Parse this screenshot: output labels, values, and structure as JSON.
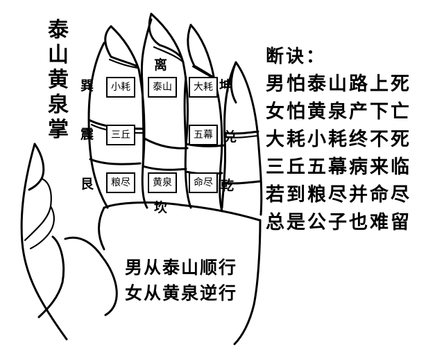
{
  "title": {
    "chars": [
      "泰",
      "山",
      "黄",
      "泉",
      "掌"
    ]
  },
  "finger_boxes": [
    {
      "id": "xiaohao",
      "label": "小耗"
    },
    {
      "id": "taishan",
      "label": "泰山"
    },
    {
      "id": "dahao",
      "label": "大耗"
    },
    {
      "id": "sanqiu",
      "label": "三丘"
    },
    {
      "id": "wumu",
      "label": "五幕"
    },
    {
      "id": "liangjin",
      "label": "粮尽"
    },
    {
      "id": "huangquan",
      "label": "黄泉"
    },
    {
      "id": "mingjin",
      "label": "命尽"
    }
  ],
  "trigrams": {
    "xun": "巽",
    "li": "离",
    "kun": "坤",
    "zhen": "震",
    "dui": "兑",
    "gen": "艮",
    "kan": "坎",
    "qian": "乾"
  },
  "verse": {
    "heading": "断诀：",
    "lines": [
      "男怕泰山路上死",
      "女怕黄泉产下亡",
      "大耗小耗终不死",
      "三丘五幕病来临",
      "若到粮尽并命尽",
      "总是公子也难留"
    ]
  },
  "palm_text": {
    "lines": [
      "男从泰山顺行",
      "女从黄泉逆行"
    ]
  }
}
